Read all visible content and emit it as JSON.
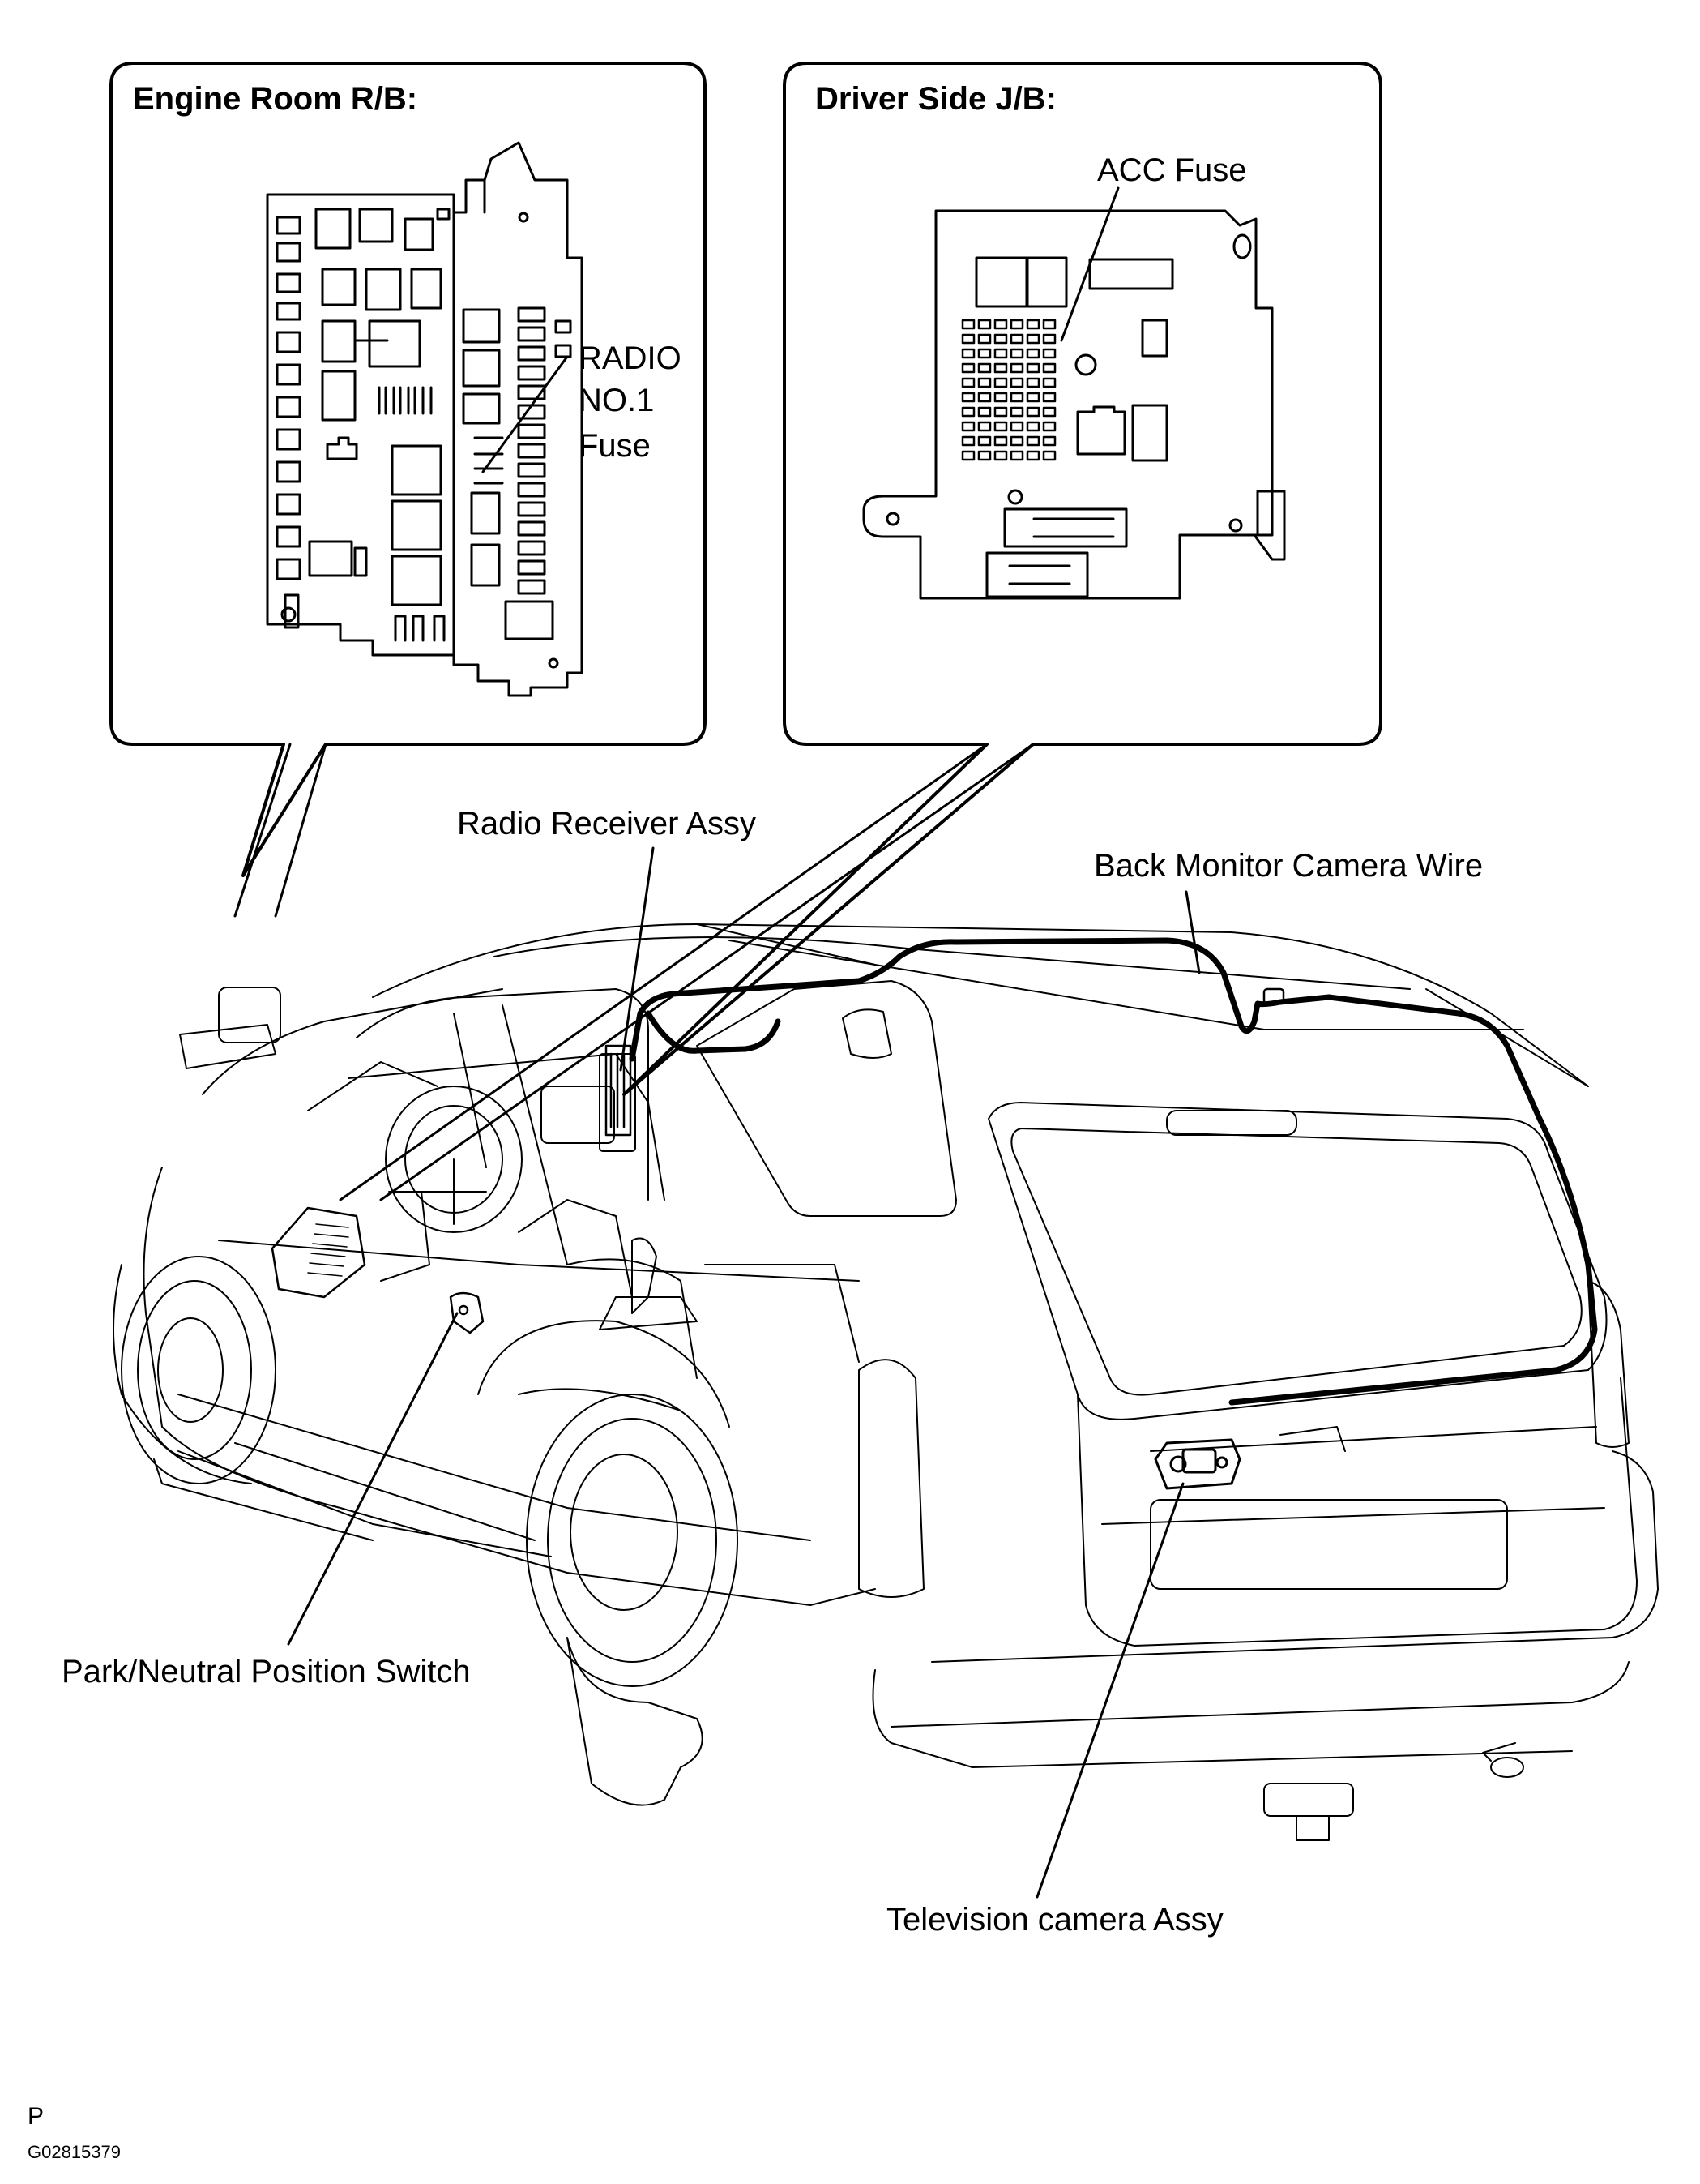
{
  "panels": {
    "engine_room": {
      "title": "Engine Room R/B:",
      "fuse_label": [
        "RADIO",
        "NO.1",
        "Fuse"
      ]
    },
    "driver_side": {
      "title": "Driver Side J/B:",
      "fuse_label": "ACC Fuse"
    }
  },
  "callouts": {
    "radio_receiver": "Radio Receiver Assy",
    "back_monitor_wire": "Back Monitor Camera Wire",
    "park_neutral_switch": "Park/Neutral Position Switch",
    "tv_camera": "Television camera Assy"
  },
  "footer": {
    "letter": "P",
    "code": "G02815379"
  },
  "colors": {
    "ink": "#000000",
    "background": "#ffffff"
  }
}
